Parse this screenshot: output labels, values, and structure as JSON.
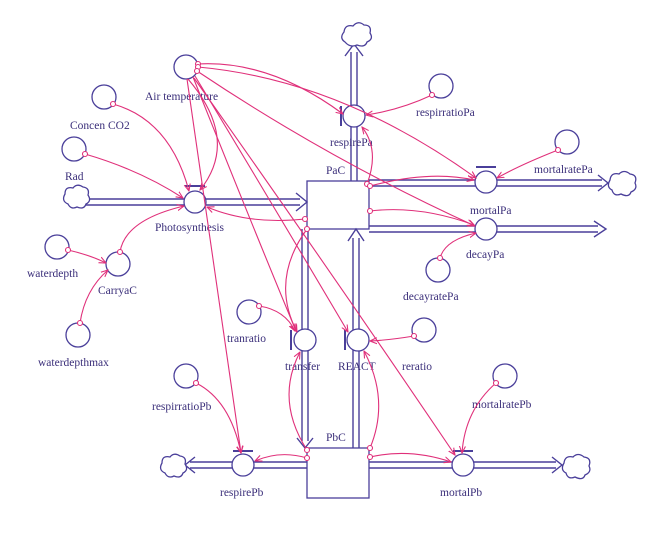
{
  "colors": {
    "structure": "#4a3f9a",
    "links": "#e0307a",
    "text": "#3b2f7a"
  },
  "stocks": {
    "pac": "PaC",
    "pbc": "PbC"
  },
  "flows": {
    "respire_pa": "respirePa",
    "mortal_pa": "mortalPa",
    "decay_pa": "decayPa",
    "photosynthesis": "Photosynthesis",
    "transfer": "transfer",
    "react": "REACT",
    "respire_pb": "respirePb",
    "mortal_pb": "mortalPb"
  },
  "variables": {
    "air_temperature": "Air temperature",
    "concen_co2": "Concen CO2",
    "rad": "Rad",
    "waterdepth": "waterdepth",
    "carrya_c": "CarryaC",
    "waterdepthmax": "waterdepthmax",
    "respirratio_pa": "respirratioPa",
    "mortalrate_pa": "mortalratePa",
    "decayrate_pa": "decayratePa",
    "tranratio": "tranratio",
    "reratio": "reratio",
    "respirratio_pb": "respirratioPb",
    "mortalrate_pb": "mortalratePb"
  }
}
